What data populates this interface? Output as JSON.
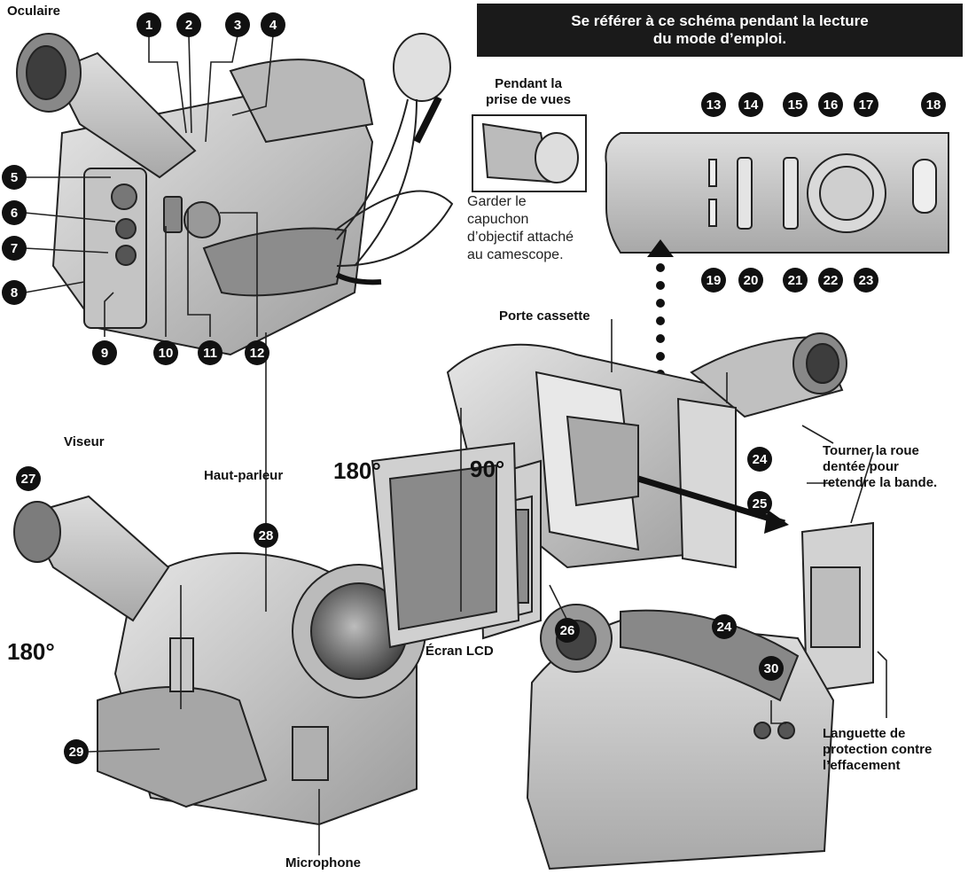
{
  "banner": {
    "line1": "Se référer à ce schéma pendant la lecture",
    "line2": "du mode d’emploi."
  },
  "labels": {
    "oculaire": "Oculaire",
    "pendant1": "Pendant la",
    "pendant2": "prise de vues",
    "garder1": "Garder le",
    "garder2": "capuchon",
    "garder3": "d’objectif attaché",
    "garder4": "au camescope.",
    "porte_cassette": "Porte cassette",
    "viseur": "Viseur",
    "haut_parleur": "Haut-parleur",
    "ecran_lcd": "Écran LCD",
    "microphone": "Microphone",
    "tourner1": "Tourner la roue",
    "tourner2": "dentée pour",
    "tourner3": "retendre la bande.",
    "languette1": "Languette de",
    "languette2": "protection contre",
    "languette3": "l’effacement"
  },
  "angles": {
    "a180_left": "180°",
    "a180_lcd": "180°",
    "a90": "90°"
  },
  "numbers": [
    "1",
    "2",
    "3",
    "4",
    "5",
    "6",
    "7",
    "8",
    "9",
    "10",
    "11",
    "12",
    "13",
    "14",
    "15",
    "16",
    "17",
    "18",
    "19",
    "20",
    "21",
    "22",
    "23",
    "24",
    "24",
    "25",
    "26",
    "27",
    "28",
    "29",
    "30"
  ],
  "colors": {
    "ink": "#111111",
    "body": "#cfcfcf",
    "shade": "#9a9a9a",
    "banner": "#1a1a1a"
  }
}
